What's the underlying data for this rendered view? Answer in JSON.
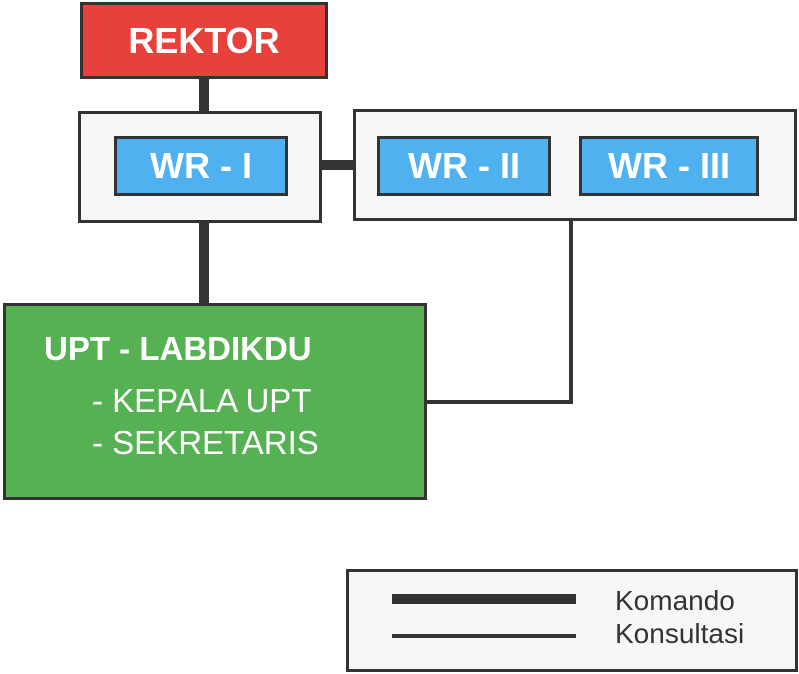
{
  "rektor": {
    "label": "REKTOR"
  },
  "wakil_rektor": [
    {
      "label": "WR - I"
    },
    {
      "label": "WR - II"
    },
    {
      "label": "WR - III"
    }
  ],
  "upt": {
    "title": "UPT - LABDIKDU",
    "items": [
      "- KEPALA UPT",
      "- SEKRETARIS"
    ]
  },
  "legend": {
    "komando": "Komando",
    "konsultasi": "Konsultasi"
  },
  "colors": {
    "rektor": "#e8403a",
    "wakil_rektor": "#4fb1f0",
    "upt": "#55b152",
    "lines": "#333333"
  }
}
